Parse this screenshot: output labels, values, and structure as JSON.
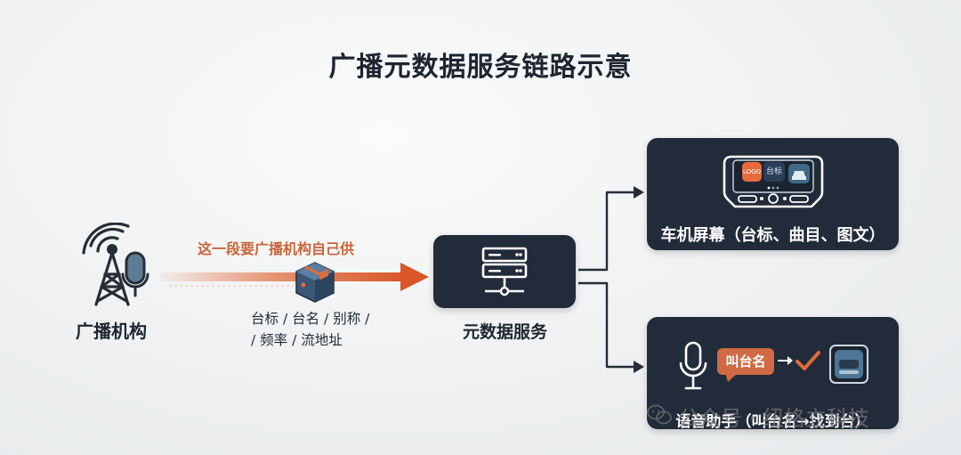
{
  "title": "广播元数据服务链路示意",
  "broadcaster": {
    "label": "广播机构"
  },
  "flow": {
    "label": "这一段要广播机构自己供",
    "fields": [
      "台标",
      "台名",
      "别称",
      "频率",
      "流地址"
    ]
  },
  "service": {
    "label": "元数据服务"
  },
  "car_screen": {
    "label": "车机屏幕（台标、曲目、图文）",
    "badge": "台标",
    "logo_text": "LOGO"
  },
  "voice": {
    "bubble": "叫台名",
    "label": "语音助手（叫台名→找到台）"
  },
  "watermark": {
    "text": "公众号 · 纽格立科技",
    "icon": "wechat-icon"
  },
  "colors": {
    "accent": "#e06b3c",
    "panel": "#222b39",
    "check": "#e06b3c"
  }
}
